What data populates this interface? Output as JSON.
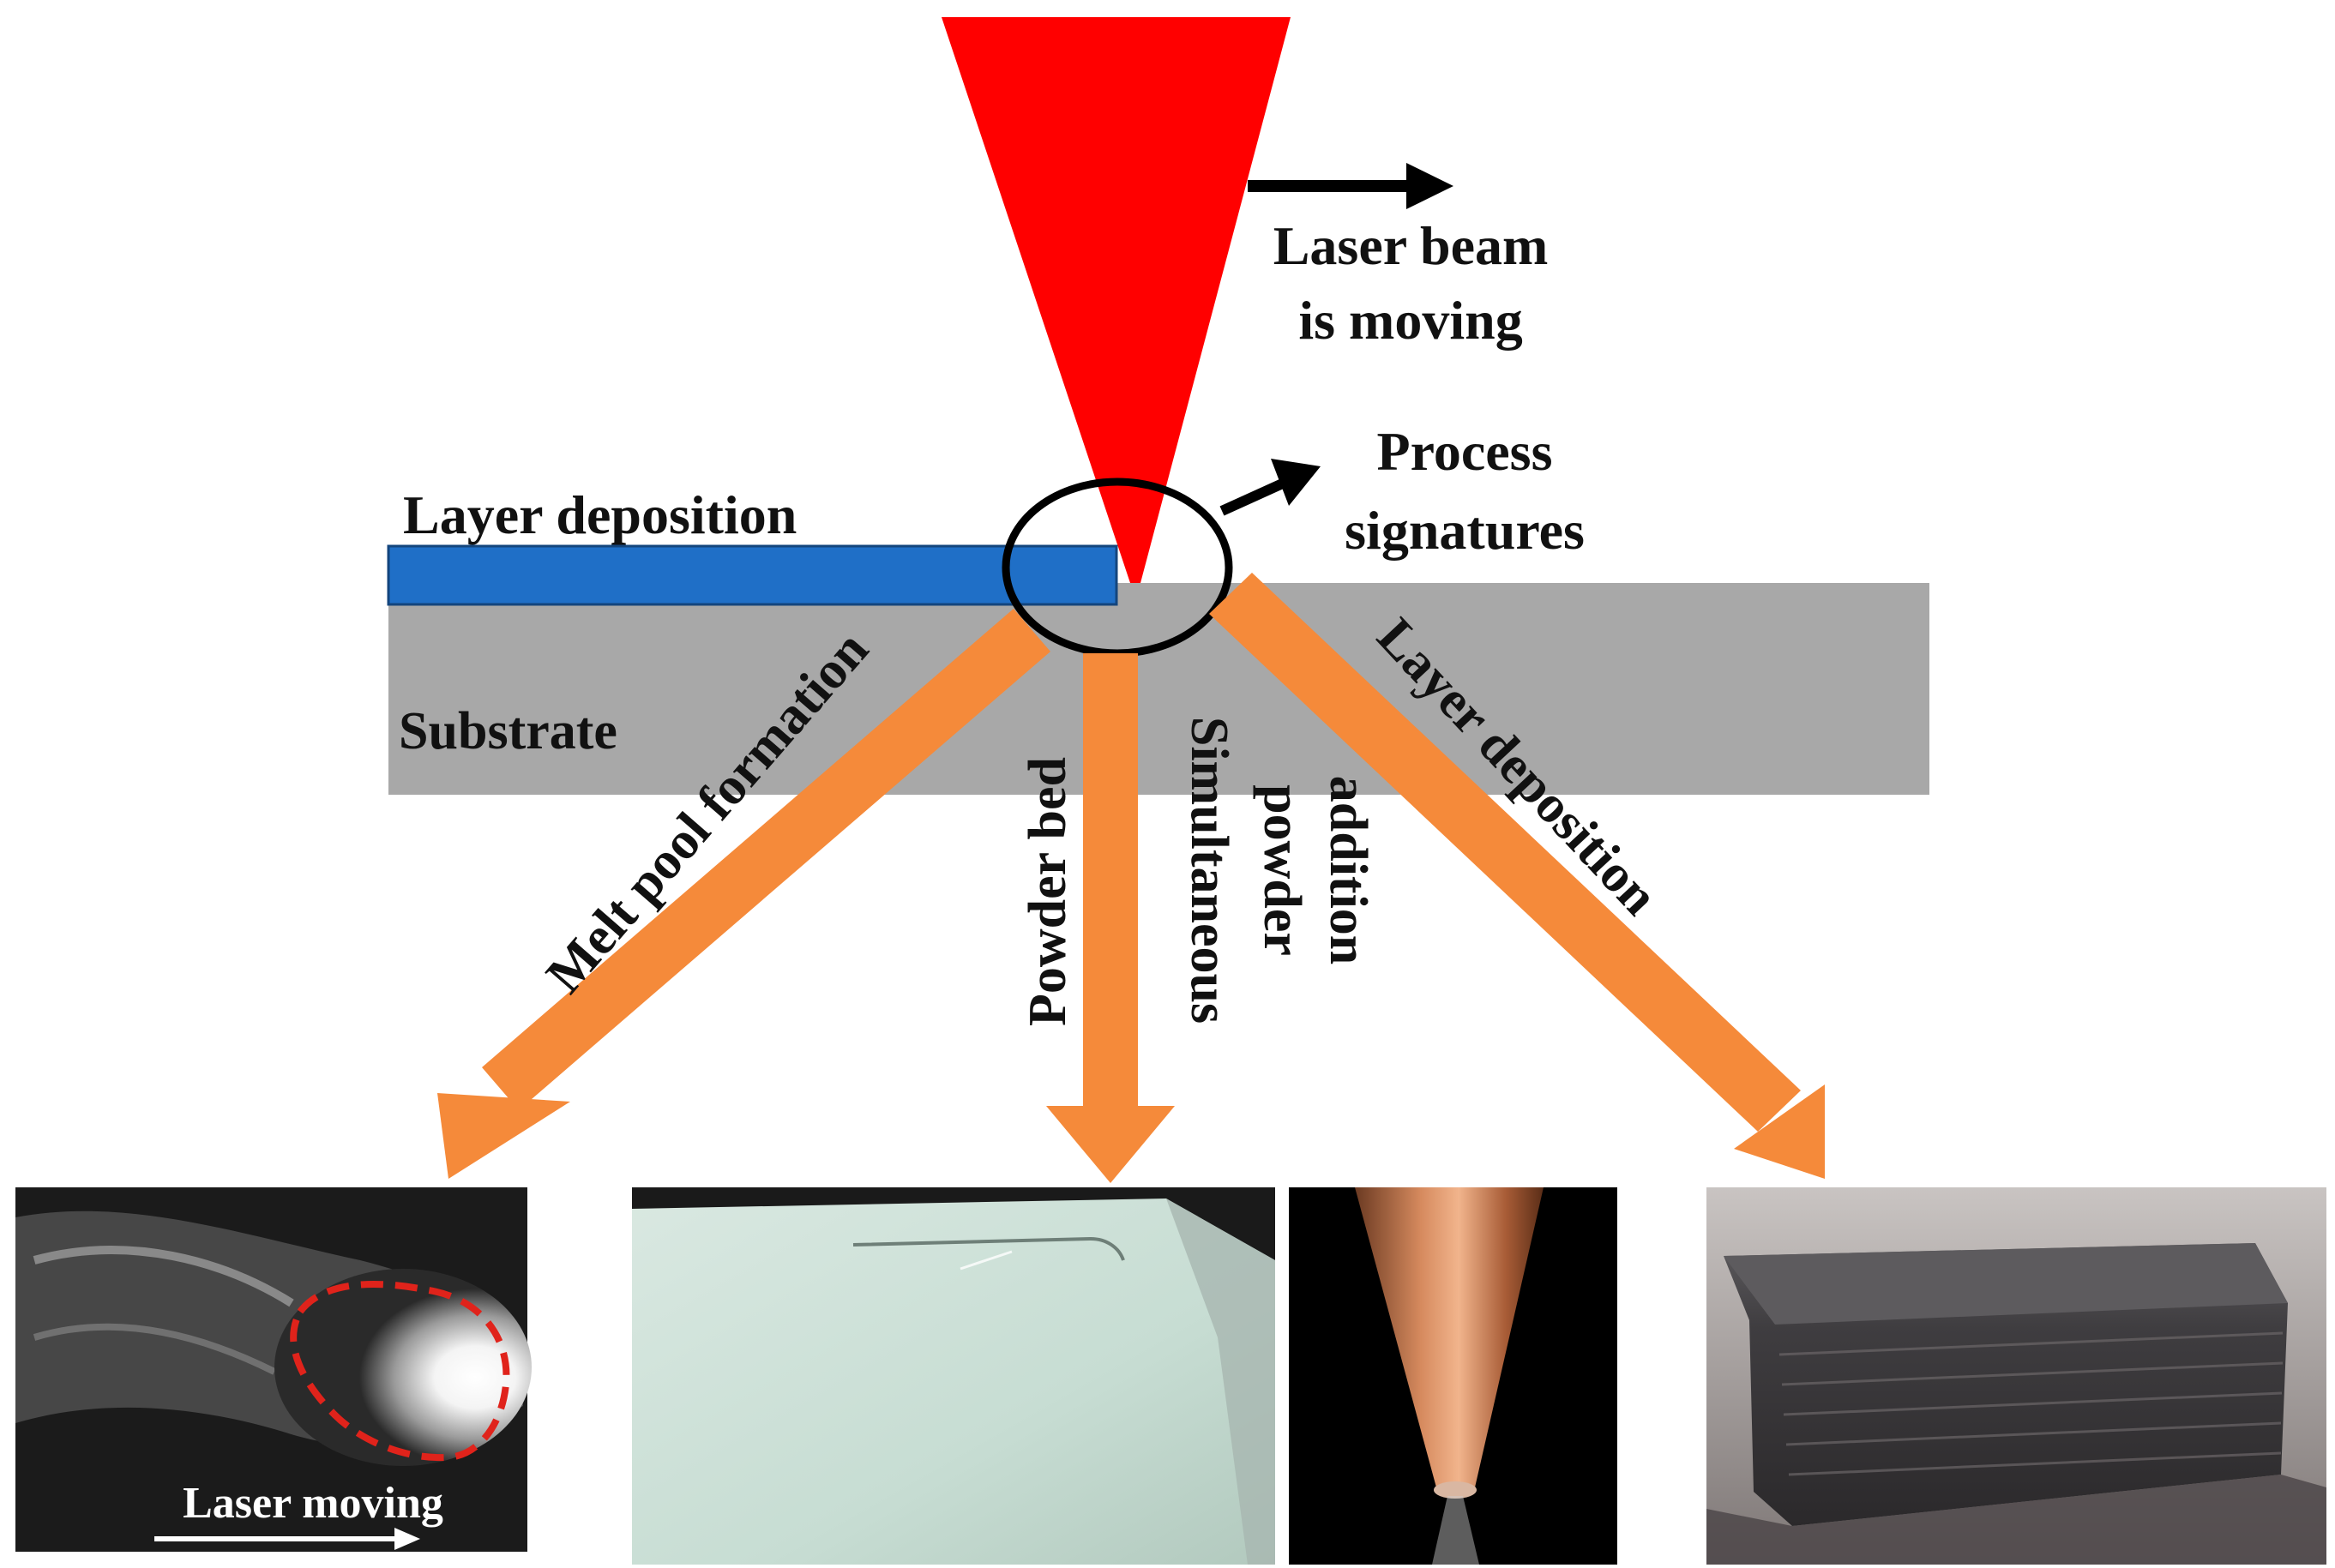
{
  "labels": {
    "laser_beam_line1": "Laser beam",
    "laser_beam_line2": "is moving",
    "process_line1": "Process",
    "process_line2": "signatures",
    "layer_deposition_top": "Layer deposition",
    "substrate": "Substrate",
    "melt_pool_formation": "Melt pool formation",
    "powder_bed": "Powder bed",
    "simultaneous_line1": "Simultaneous",
    "simultaneous_line2": "powder",
    "simultaneous_line3": "addition",
    "layer_deposition_arrow": "Layer deposition",
    "laser_moving": "Laser moving"
  },
  "colors": {
    "laser": "#ff0000",
    "arrow": "#f58a3a",
    "substrate": "#a8a8a8",
    "deposited_layer": "#1f6fc7",
    "melt_outline": "#e0231b",
    "text": "#111111"
  }
}
